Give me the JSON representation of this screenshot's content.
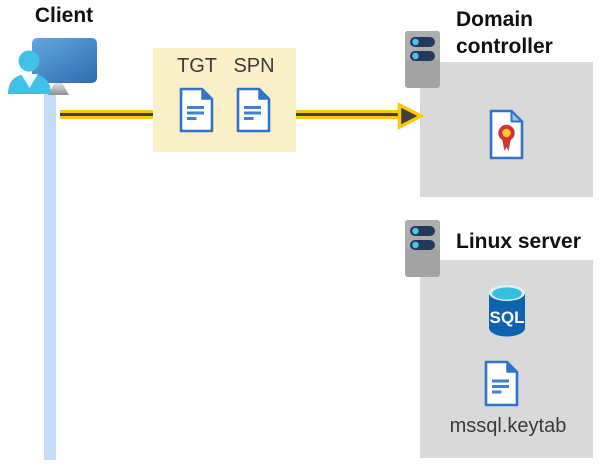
{
  "client": {
    "label": "Client"
  },
  "tickets": {
    "items": [
      {
        "label": "TGT"
      },
      {
        "label": "SPN"
      }
    ]
  },
  "domain_controller": {
    "label": "Domain controller"
  },
  "linux_server": {
    "label": "Linux server",
    "sql_label": "SQL",
    "keytab_label": "mssql.keytab"
  },
  "colors": {
    "arrow_yellow": "#FFC60A",
    "arrow_dark": "#404040",
    "ticket_box_yellow": "#FAF0C8",
    "panel_gray": "#D9D9D9",
    "document_blue": "#2E74C9",
    "person_cyan": "#41C0E8",
    "timeline_blue": "#C2DCF9",
    "sql_blue": "#0D62B1",
    "certificate_red": "#D13438",
    "certificate_gold": "#FFC928"
  }
}
